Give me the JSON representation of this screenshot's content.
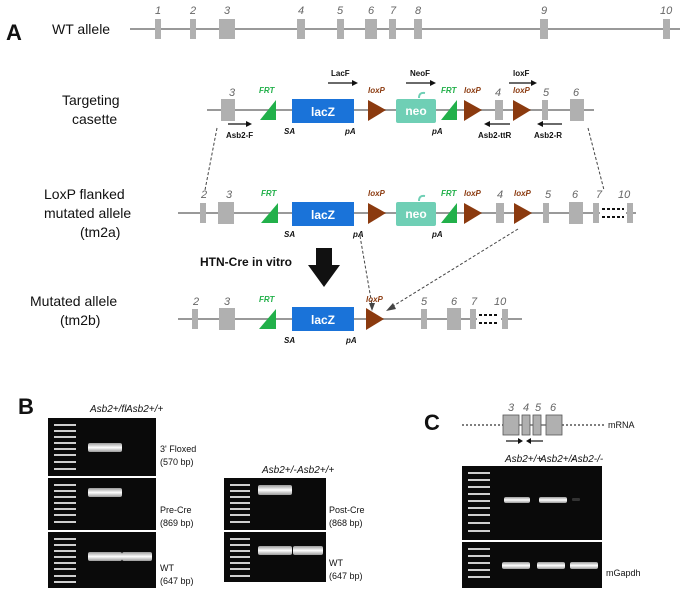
{
  "panels": {
    "a": "A",
    "b": "B",
    "c": "C"
  },
  "panel_a": {
    "rows": {
      "wt": "WT allele",
      "targeting_1": "Targeting",
      "targeting_2": "casette",
      "floxed_1": "LoxP flanked",
      "floxed_2": "mutated allele",
      "floxed_3": "(tm2a)",
      "mutated_1": "Mutated allele",
      "mutated_2": "(tm2b)"
    },
    "wt_exons": [
      "1",
      "2",
      "3",
      "4",
      "5",
      "6",
      "7",
      "8",
      "9",
      "10"
    ],
    "labels": {
      "lacz": "lacZ",
      "neo": "neo",
      "frt": "FRT",
      "loxp": "loxP",
      "sa": "SA",
      "pa": "pA"
    },
    "primers": {
      "lacf": "LacF",
      "neof": "NeoF",
      "loxf": "loxF",
      "asb2f": "Asb2-F",
      "asb2ttr": "Asb2-ttR",
      "asb2r": "Asb2-R"
    },
    "cre": "HTN-Cre in vitro",
    "colors": {
      "lacz": "#1a73d9",
      "neo": "#6fcfb5",
      "frt": "#22b04a",
      "loxp": "#8b3a0f",
      "exon": "#b0b0b0"
    }
  },
  "panel_b": {
    "gel1": {
      "lanes": [
        "Asb2+/fl",
        "Asb2+/+"
      ],
      "bands": [
        {
          "name": "3' Floxed",
          "size": "(570 bp)"
        },
        {
          "name": "Pre-Cre",
          "size": "(869 bp)"
        },
        {
          "name": "WT",
          "size": "(647 bp)"
        }
      ]
    },
    "gel2": {
      "lanes": [
        "Asb2+/-",
        "Asb2+/+"
      ],
      "bands": [
        {
          "name": "Post-Cre",
          "size": "(868 bp)"
        },
        {
          "name": "WT",
          "size": "(647 bp)"
        }
      ]
    }
  },
  "panel_c": {
    "exons": [
      "3",
      "4",
      "5",
      "6"
    ],
    "mrna": "mRNA",
    "lanes": [
      "Asb2+/+",
      "Asb2+/-",
      "Asb2-/-"
    ],
    "control": "mGapdh"
  }
}
